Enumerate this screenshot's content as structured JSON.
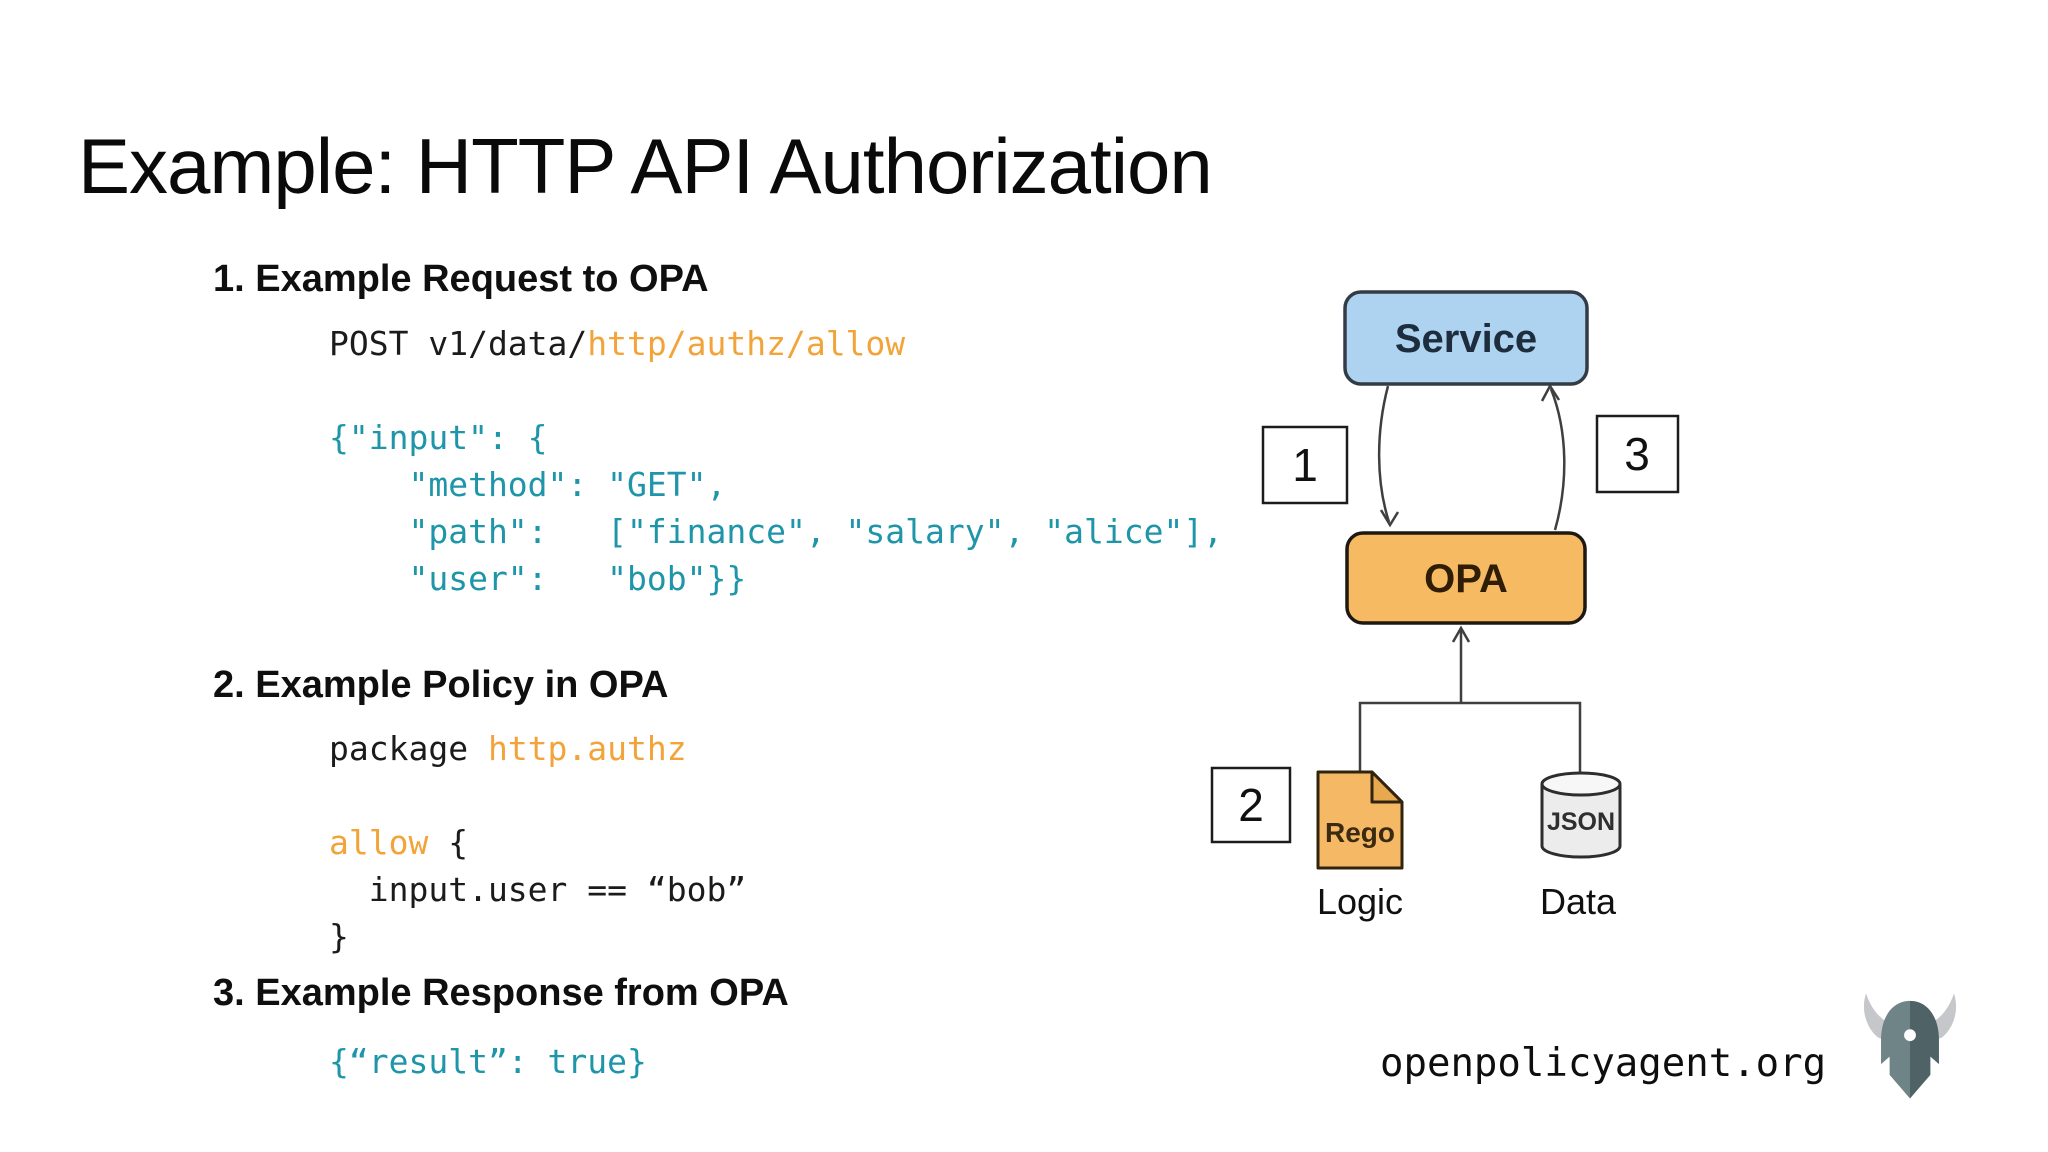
{
  "slide": {
    "title": "Example: HTTP API Authorization",
    "footer_url": "openpolicyagent.org"
  },
  "colors": {
    "code_teal": "#1e95a8",
    "code_orange": "#f2a43a",
    "service_box_fill": "#aed3f1",
    "opa_box_fill": "#f6bb62",
    "rego_file_fill": "#f5b965",
    "json_db_fill": "#ececec"
  },
  "sections": [
    {
      "heading": "1. Example Request to OPA",
      "code_lines": [
        {
          "segments": [
            {
              "text": "POST v1/data/",
              "color": "black"
            },
            {
              "text": "http/authz/allow",
              "color": "orange"
            }
          ]
        },
        {
          "segments": []
        },
        {
          "segments": [
            {
              "text": "{\"input\": {",
              "color": "teal"
            }
          ]
        },
        {
          "segments": [
            {
              "text": "    \"method\": \"GET\",",
              "color": "teal"
            }
          ]
        },
        {
          "segments": [
            {
              "text": "    \"path\":   [\"finance\", \"salary\", \"alice\"],",
              "color": "teal"
            }
          ]
        },
        {
          "segments": [
            {
              "text": "    \"user\":   \"bob\"}}",
              "color": "teal"
            }
          ]
        }
      ]
    },
    {
      "heading": "2. Example Policy in OPA",
      "code_lines": [
        {
          "segments": [
            {
              "text": "package ",
              "color": "black"
            },
            {
              "text": "http.authz",
              "color": "orange"
            }
          ]
        },
        {
          "segments": []
        },
        {
          "segments": [
            {
              "text": "allow",
              "color": "orange"
            },
            {
              "text": " {",
              "color": "black"
            }
          ]
        },
        {
          "segments": [
            {
              "text": "  input.user == “bob”",
              "color": "black"
            }
          ]
        },
        {
          "segments": [
            {
              "text": "}",
              "color": "black"
            }
          ]
        }
      ]
    },
    {
      "heading": "3. Example Response from OPA",
      "code_lines": [
        {
          "segments": [
            {
              "text": "{“result”: true}",
              "color": "teal"
            }
          ]
        }
      ]
    }
  ],
  "diagram": {
    "service_label": "Service",
    "opa_label": "OPA",
    "step1": "1",
    "step2": "2",
    "step3": "3",
    "rego_label": "Rego",
    "json_label": "JSON",
    "logic_label": "Logic",
    "data_label": "Data"
  }
}
